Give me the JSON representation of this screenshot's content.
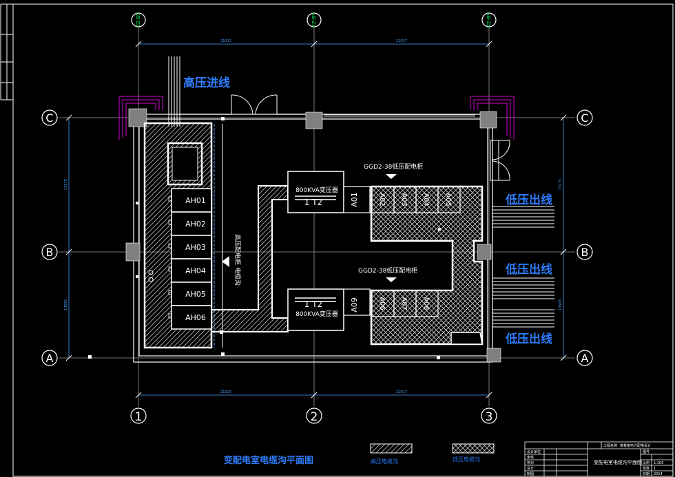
{
  "colors": {
    "line": "#ffffff",
    "dim": "#4aa3ff",
    "grid": "#9a9a9a",
    "grid_label": "#00ff66",
    "title_blue": "#2e7dff",
    "column": "#808080",
    "magenta": "#d400d4",
    "cabinet": "#ffffff"
  },
  "grid": {
    "top_labels": [
      "SB-Z2",
      "SB-Z1",
      "SB-Z5"
    ],
    "bottom_labels": [
      "1",
      "2",
      "3"
    ],
    "row_labels": [
      "C",
      "B",
      "A"
    ],
    "dim_top_left": "21017",
    "dim_top_right": "21017",
    "dim_bottom_left": "21017",
    "dim_bottom_right": "21017",
    "dim_left_upper": "15275",
    "dim_left_lower": "13593",
    "dim_right_upper": "15275",
    "dim_right_lower": "13593"
  },
  "labels": {
    "hv_incoming": "高压进线",
    "lv_outgoing_1": "低压出线",
    "lv_outgoing_2": "低压出线",
    "lv_outgoing_3": "低压出线",
    "lv_cabinet_top": "GGD2-38低压配电柜",
    "lv_cabinet_bottom": "GGD2-38低压配电柜",
    "transformer_top": "800KVA变压器",
    "transformer_top_id": "1 T2",
    "transformer_bottom": "800KVA变压器",
    "transformer_bottom_id": "1 T2",
    "hv_cabinet_vertical": "高压配电柜",
    "cable_trench_vertical": "电缆沟"
  },
  "ah_cabinets": [
    "AH01",
    "AH02",
    "AH03",
    "AH04",
    "AH05",
    "AH06"
  ],
  "a_cabinets": {
    "top_first": "A01",
    "bottom_first": "A09",
    "top_rest": [
      "A02",
      "A03",
      "A04",
      "A05"
    ],
    "bottom_rest": [
      "A06",
      "A07",
      "A08"
    ]
  },
  "drawing_title": "变配电室电缆沟平面图",
  "legend": {
    "hv_trench": "高压电缆沟",
    "lv_trench": "低压电缆沟"
  },
  "title_block": {
    "project_label": "工程名称",
    "project_name": "某某某电力配电设计",
    "drawing_name": "变配电室电缆沟平面图",
    "drawing_no_label": "图号",
    "rows_left": [
      "设计单位",
      "审核",
      "校对",
      "设计",
      "制图"
    ],
    "scale_label": "比例",
    "scale_value": "1:100",
    "sheet_label": "张数",
    "sheet_value": "1",
    "date_label": "日期",
    "date_value": "2014"
  }
}
